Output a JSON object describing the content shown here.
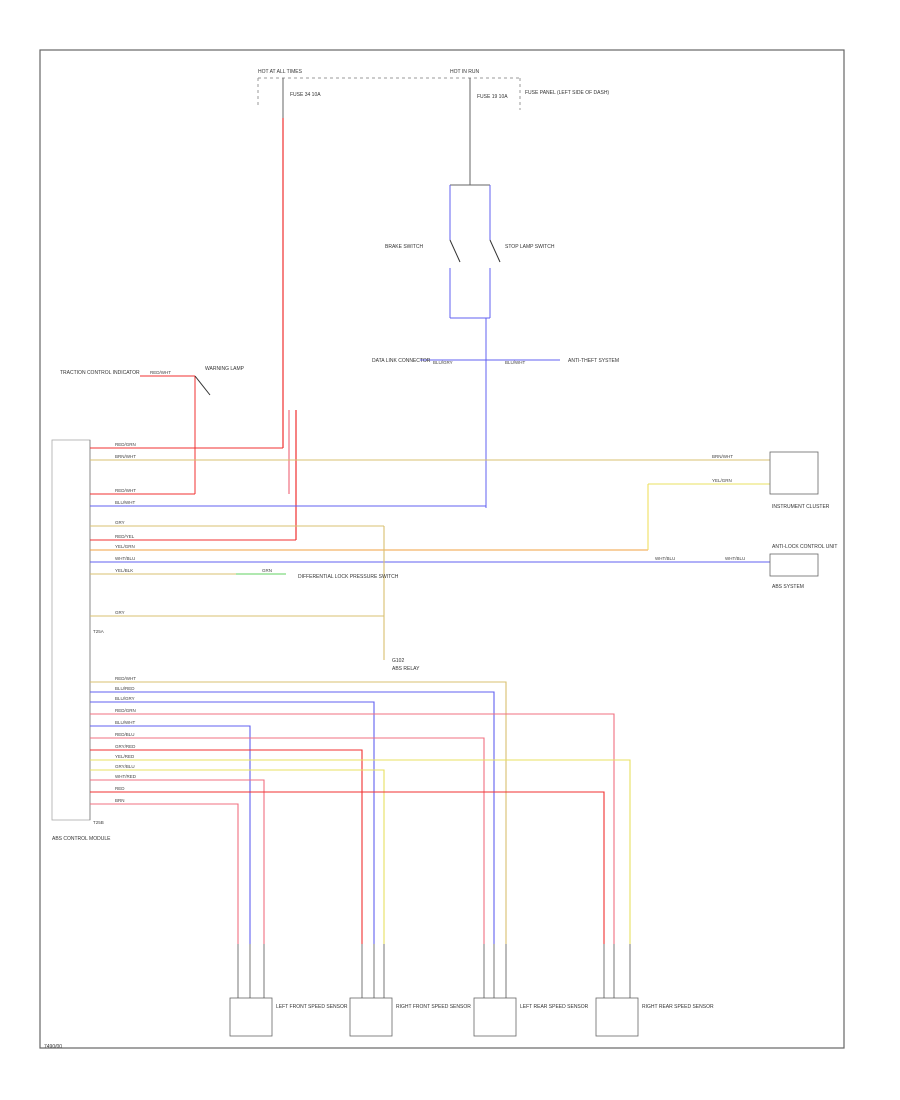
{
  "doc_id": "7490/00",
  "colors": {
    "red": "#f03030",
    "pink": "#f07080",
    "blue": "#6060f0",
    "tan": "#d8c070",
    "yellow": "#e8e060",
    "orange": "#f0a040",
    "green": "#60d060",
    "gray": "#9a9a9a",
    "black": "#222222"
  },
  "labels": {
    "hot_at_all_times": "HOT AT ALL TIMES",
    "hot_in_run": "HOT IN RUN",
    "fuse_left": "FUSE 34 10A",
    "fuse_right": "FUSE 19 10A",
    "fuse_panel": "FUSE PANEL (LEFT SIDE OF DASH)",
    "brake_switch": "BRAKE SWITCH",
    "stop_lamp_switch": "STOP LAMP SWITCH",
    "data_link": "DATA LINK CONNECTOR",
    "anti_theft": "ANTI-THEFT SYSTEM",
    "traction_indicator": "TRACTION CONTROL INDICATOR",
    "instrument_cluster": "INSTRUMENT CLUSTER",
    "warning_lamp": "WARNING LAMP",
    "abs_system": "ABS SYSTEM",
    "ground": "G102",
    "pressure_switch": "DIFFERENTIAL LOCK PRESSURE SWITCH",
    "abs_control_unit": "ANTI-LOCK CONTROL UNIT",
    "abs_relay": "ABS RELAY",
    "abs_control_module": "ABS CONTROL MODULE",
    "top_harness": "T25A",
    "bottom_harness": "T25B"
  },
  "wire_colors": {
    "rd_gn": "RED/GRN",
    "rd_wt": "RED/WHT",
    "bl_gr": "BLU/GRY",
    "bl_rd": "BLU/RED",
    "bl_wt": "BLU/WHT",
    "yl_gn": "YEL/GRN",
    "yl_bk": "YEL/BLK",
    "br_wt": "BRN/WHT",
    "wt_bl": "WHT/BLU",
    "grn": "GRN",
    "gry": "GRY",
    "brn": "BRN",
    "rd": "RED",
    "gy_bl": "GRY/BLU",
    "gy_rd": "GRY/RED",
    "yl_rd": "YEL/RED",
    "rd_bl": "RED/BLU",
    "rd_yl": "RED/YEL",
    "wt_rd": "WHT/RED"
  },
  "sensors": [
    {
      "label": "LEFT FRONT SPEED SENSOR"
    },
    {
      "label": "RIGHT FRONT SPEED SENSOR"
    },
    {
      "label": "LEFT REAR SPEED SENSOR"
    },
    {
      "label": "RIGHT REAR SPEED SENSOR"
    }
  ]
}
